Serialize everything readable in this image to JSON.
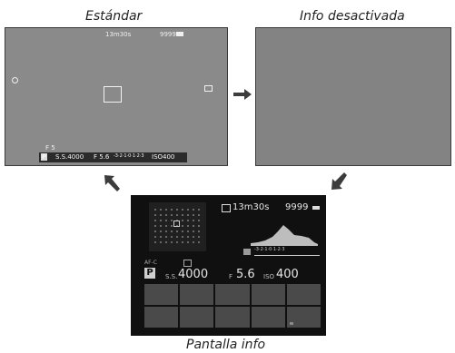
{
  "captions": {
    "standard": "Estándar",
    "info_off": "Info desactivada",
    "info_display": "Pantalla info"
  },
  "standard_view": {
    "top_left_readout": "13m30s",
    "top_right_readout": "9999",
    "bottom_left_readout": "F 5",
    "status_bar": {
      "mode": "P",
      "shutter_speed": "S.S.4000",
      "aperture": "F 5.6",
      "exposure_scale": "-3·2·1·0·1·2·3",
      "iso": "ISO400"
    }
  },
  "info_display": {
    "remaining_time": "13m30s",
    "frame_count": "9999",
    "focus_mode": "AF-C",
    "mode": "P",
    "shutter_label": "S.S.",
    "shutter_value": "4000",
    "aperture_label": "F",
    "aperture_value": "5.6",
    "iso_label": "ISO",
    "iso_value": "400",
    "ev_scale": "-3·2·1·0·1·2·3"
  },
  "colors": {
    "standard_bg": "#8a8a8a",
    "info_off_bg": "#838383",
    "info_bg": "#101010",
    "arrow": "#3c3c3c"
  }
}
